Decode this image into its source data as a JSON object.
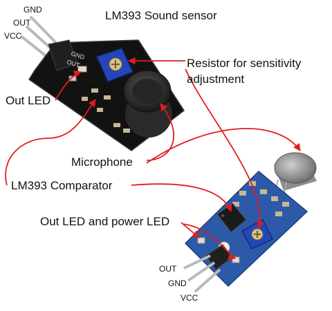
{
  "title": "LM393 Sound sensor",
  "labels": {
    "resistor": "Resistor for sensitivity adjustment",
    "out_led": "Out LED",
    "microphone": "Microphone",
    "comparator": "LM393 Comparator",
    "out_power_led": "Out LED and power LED"
  },
  "module1_pins": {
    "gnd": "GND",
    "out": "OUT",
    "vcc": "VCC",
    "silk_gnd": "GND",
    "silk_out": "OUT"
  },
  "module2_pins": {
    "out": "OUT",
    "gnd": "GND",
    "vcc": "VCC"
  },
  "colors": {
    "board1": "#121212",
    "board2": "#2c5aa8",
    "potentiometer": "#2446b8",
    "microphone": "#3a3a3a",
    "annotation_line": "#e31b1b"
  }
}
